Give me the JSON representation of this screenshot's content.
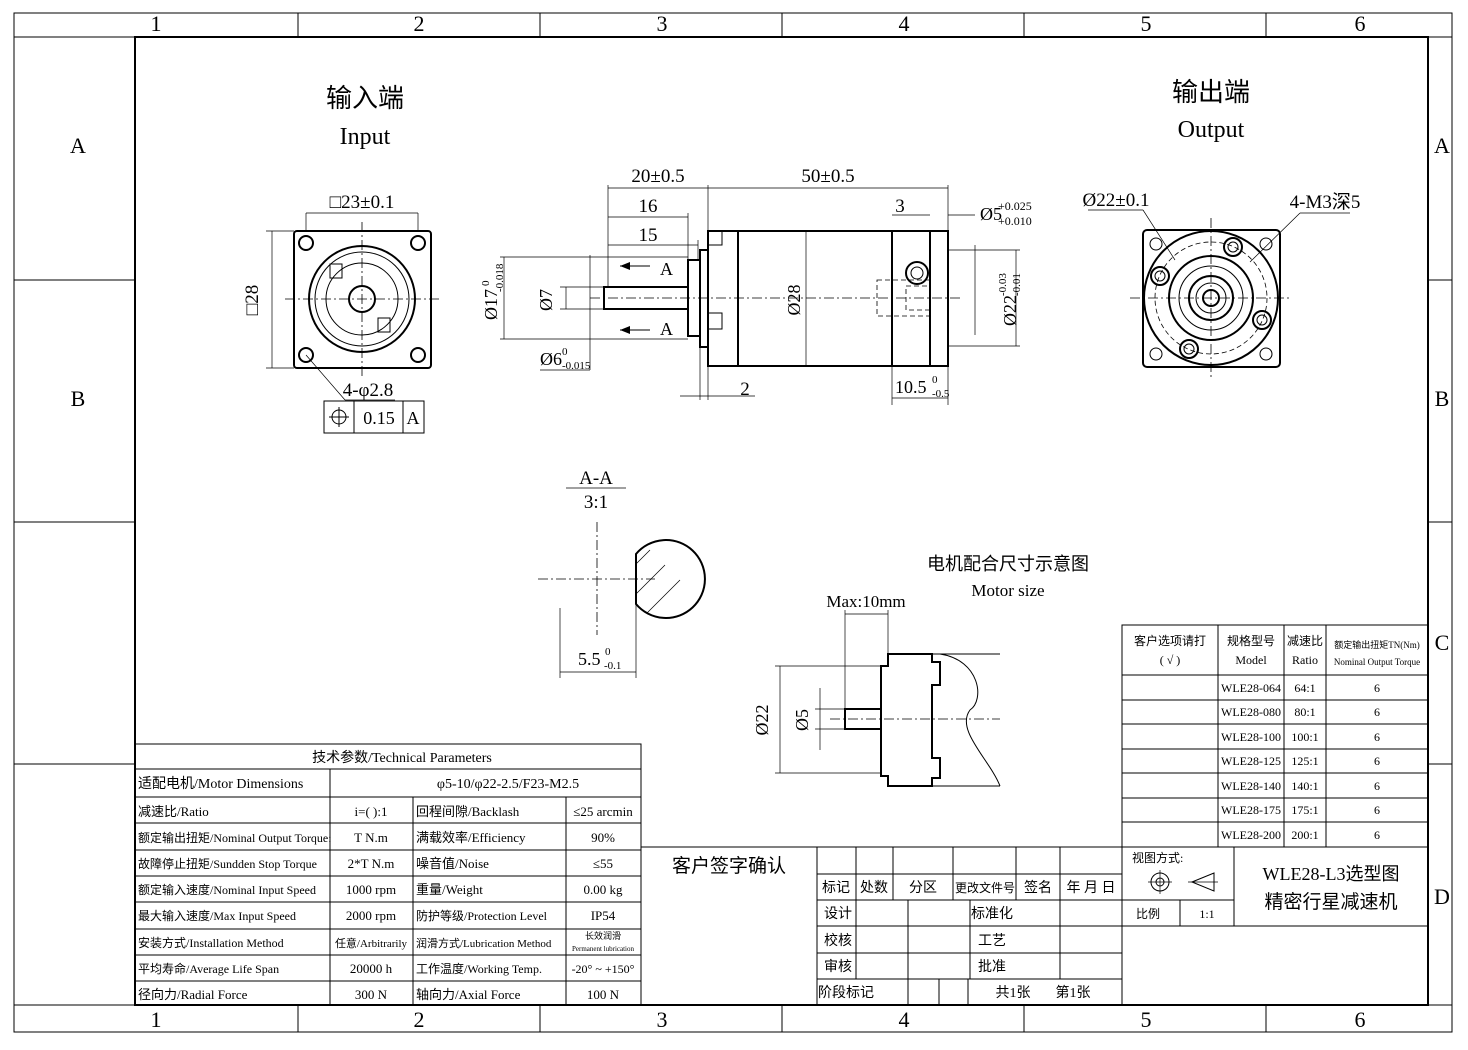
{
  "frame": {
    "columns": [
      "1",
      "2",
      "3",
      "4",
      "5",
      "6"
    ],
    "rows": [
      "A",
      "B",
      "C",
      "D"
    ]
  },
  "views": {
    "input_title_cn": "输入端",
    "input_title_en": "Input",
    "output_title_cn": "输出端",
    "output_title_en": "Output",
    "section_label": "A-A",
    "section_scale": "3:1",
    "motor_size_cn": "电机配合尺寸示意图",
    "motor_size_en": "Motor size"
  },
  "dimensions": {
    "input_square": "□23±0.1",
    "input_flange": "□28",
    "input_holes": "4-φ2.8",
    "position_tol_value": "0.15",
    "position_tol_datum": "A",
    "len_20": "20±0.5",
    "len_50": "50±0.5",
    "len_16": "16",
    "len_15": "15",
    "len_3": "3",
    "len_2": "2",
    "d_phi5": "Ø5",
    "d_phi5_tol_up": "+0.025",
    "d_phi5_tol_lo": "+0.010",
    "d_phi17": "Ø17",
    "d_phi17_tol_up": "0",
    "d_phi17_tol_lo": "-0.018",
    "d_phi7": "Ø7",
    "d_phi28": "Ø28",
    "d_phi22": "Ø22",
    "d_phi22_tol_up": "-0.03",
    "d_phi22_tol_lo": "-0.01",
    "d_phi6": "Ø6",
    "d_phi6_tol_up": "0",
    "d_phi6_tol_lo": "-0.015",
    "len_105": "10.5",
    "len_105_tol_up": "0",
    "len_105_tol_lo": "-0.5",
    "section_A": "A",
    "out_pcd": "Ø22±0.1",
    "out_holes": "4-M3深5",
    "key_55": "5.5",
    "key_55_tol_up": "0",
    "key_55_tol_lo": "-0.1",
    "motor_max": "Max:10mm",
    "motor_phi22": "Ø22",
    "motor_phi5": "Ø5"
  },
  "tech_table": {
    "title": "技术参数/Technical Parameters",
    "motor_label": "适配电机/Motor Dimensions",
    "motor_value": "φ5-10/φ22-2.5/F23-M2.5",
    "rows": [
      {
        "l1": "减速比/Ratio",
        "v1": "i=( ):1",
        "l2": "回程间隙/Backlash",
        "v2": "≤25 arcmin"
      },
      {
        "l1": "额定输出扭矩/Nominal Output Torque:",
        "v1": "T N.m",
        "l2": "满载效率/Efficiency",
        "v2": "90%"
      },
      {
        "l1": "故障停止扭矩/Sundden Stop Torque",
        "v1": "2*T N.m",
        "l2": "噪音值/Noise",
        "v2": "≤55"
      },
      {
        "l1": "额定输入速度/Nominal Input Speed",
        "v1": "1000 rpm",
        "l2": "重量/Weight",
        "v2": "0.00 kg"
      },
      {
        "l1": "最大输入速度/Max Input Speed",
        "v1": "2000 rpm",
        "l2": "防护等级/Protection Level",
        "v2": "IP54"
      },
      {
        "l1": "安装方式/Installation Method",
        "v1": "任意/Arbitrarily",
        "l2": "润滑方式/Lubrication Method",
        "v2": "长效润滑"
      },
      {
        "l1": "平均寿命/Average Life Span",
        "v1": "20000 h",
        "l2": "工作温度/Working Temp.",
        "v2": "-20° ~ +150°"
      },
      {
        "l1": "径向力/Radial Force",
        "v1": "300 N",
        "l2": "轴向力/Axial Force",
        "v2": "100 N"
      }
    ],
    "lubrication_sub": "Permanent lubrication"
  },
  "model_table": {
    "headers": [
      {
        "cn": "客户选项请打",
        "en": "( √ )"
      },
      {
        "cn": "规格型号",
        "en": "Model"
      },
      {
        "cn": "减速比",
        "en": "Ratio"
      },
      {
        "cn": "额定输出扭矩TN(Nm)",
        "en": "Nominal Output Torque"
      }
    ],
    "rows": [
      {
        "model": "WLE28-064",
        "ratio": "64:1",
        "torque": "6"
      },
      {
        "model": "WLE28-080",
        "ratio": "80:1",
        "torque": "6"
      },
      {
        "model": "WLE28-100",
        "ratio": "100:1",
        "torque": "6"
      },
      {
        "model": "WLE28-125",
        "ratio": "125:1",
        "torque": "6"
      },
      {
        "model": "WLE28-140",
        "ratio": "140:1",
        "torque": "6"
      },
      {
        "model": "WLE28-175",
        "ratio": "175:1",
        "torque": "6"
      },
      {
        "model": "WLE28-200",
        "ratio": "200:1",
        "torque": "6"
      }
    ]
  },
  "title_block": {
    "customer_sign": "客户签字确认",
    "h_mark": "标记",
    "h_count": "处数",
    "h_zone": "分区",
    "h_docno": "更改文件号",
    "h_sign": "签名",
    "h_date": "年 月 日",
    "design": "设计",
    "standard": "标准化",
    "check": "校核",
    "process": "工艺",
    "review": "审核",
    "approve": "批准",
    "stage": "阶段标记",
    "total": "共1张",
    "sheet": "第1张",
    "view_method": "视图方式:",
    "scale_label": "比例",
    "scale_value": "1:1",
    "drawing_title_1": "WLE28-L3选型图",
    "drawing_title_2": "精密行星减速机"
  }
}
